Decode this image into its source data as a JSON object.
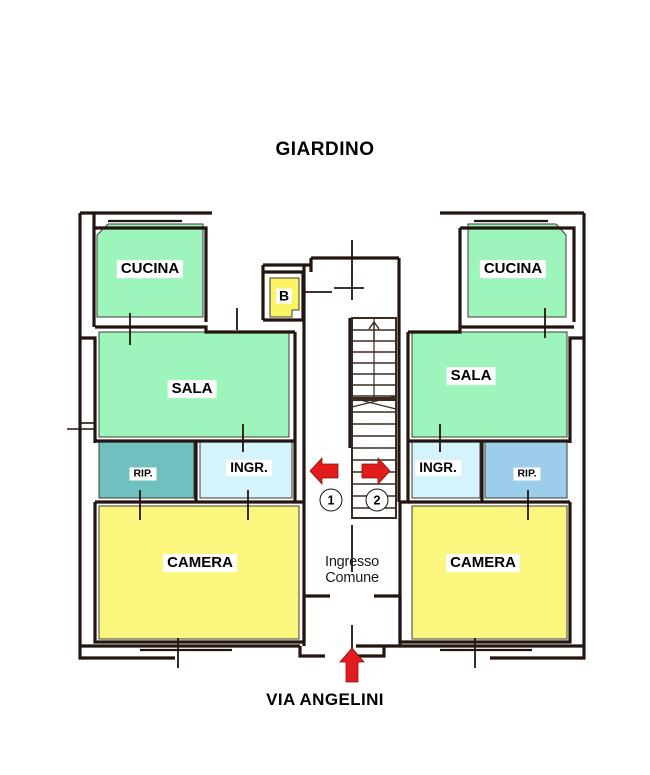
{
  "plan": {
    "title": "GIARDINO",
    "street_label": "VIA ANGELINI",
    "corridor_label_line1": "Ingresso",
    "corridor_label_line2": "Comune",
    "markers": [
      {
        "id": "1",
        "label": "1"
      },
      {
        "id": "2",
        "label": "2"
      }
    ],
    "units": {
      "left": {
        "kitchen": "CUCINA",
        "living": "SALA",
        "storage": "RIP.",
        "entry": "INGR.",
        "bedroom": "CAMERA"
      },
      "right": {
        "kitchen": "CUCINA",
        "living": "SALA",
        "storage": "RIP.",
        "entry": "INGR.",
        "bedroom": "CAMERA"
      }
    },
    "bathroom": "B",
    "colors": {
      "kitchen_living_green": "#9DF5BC",
      "bedroom_yellow": "#FBF77E",
      "bathroom_yellow": "#FBF463",
      "storage_left_teal": "#6FC0BE",
      "storage_right_blue": "#9CCDE9",
      "entry_lightblue": "#D4F3FA",
      "wall_dark": "#231510",
      "arrow_red": "#E21B1B",
      "background": "#FFFFFF"
    }
  }
}
